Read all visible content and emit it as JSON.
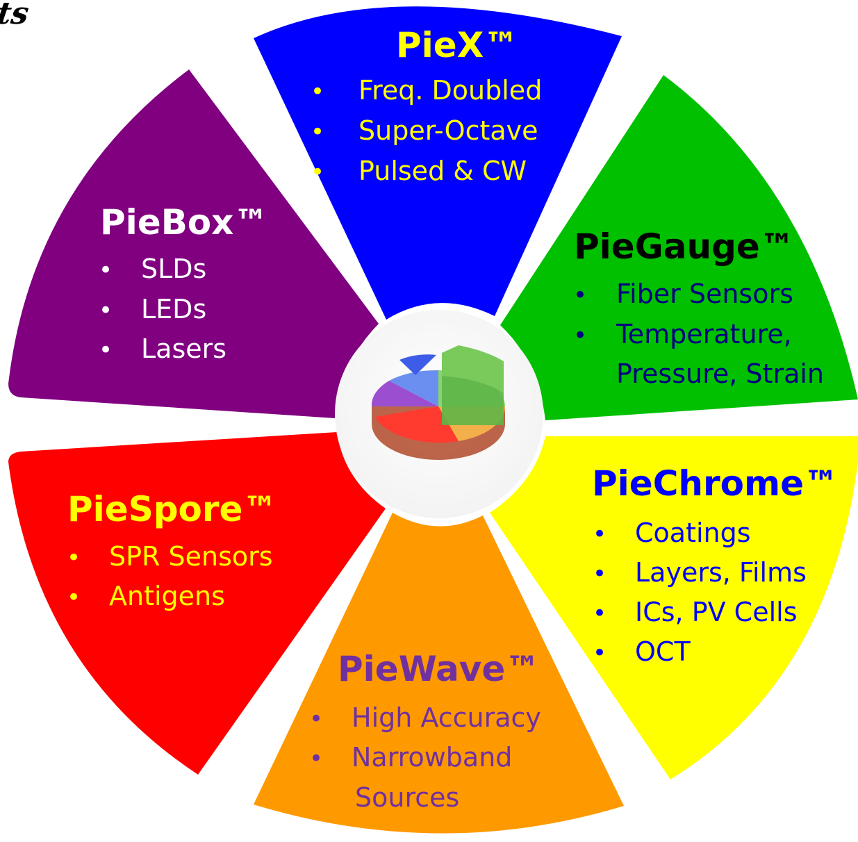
{
  "corner_fragment": "ts",
  "center_icon": "pie-chart-3d-icon",
  "segments": [
    {
      "id": "piex",
      "title": "PieX™",
      "fill": "#0000FF",
      "text_color": "#FFFF00",
      "title_color": "#FFFF00",
      "items": [
        "Freq. Doubled",
        "Super-Octave",
        "Pulsed & CW"
      ]
    },
    {
      "id": "piegauge",
      "title": "PieGauge™",
      "fill": "#00C000",
      "text_color": "#000080",
      "title_color": "#000000",
      "items": [
        "Fiber Sensors",
        "Temperature,",
        "Pressure, Strain"
      ]
    },
    {
      "id": "piechrome",
      "title": "PieChrome™",
      "fill": "#FFFF00",
      "text_color": "#0000FF",
      "title_color": "#0000FF",
      "items": [
        "Coatings",
        "Layers, Films",
        "ICs, PV Cells",
        "OCT"
      ]
    },
    {
      "id": "piewave",
      "title": "PieWave™",
      "fill": "#FF9900",
      "text_color": "#7030A0",
      "title_color": "#7030A0",
      "items": [
        "High Accuracy",
        "Narrowband",
        "Sources"
      ]
    },
    {
      "id": "piespore",
      "title": "PieSpore™",
      "fill": "#FF0000",
      "text_color": "#FFFF00",
      "title_color": "#FFFF00",
      "items": [
        "SPR Sensors",
        "Antigens"
      ]
    },
    {
      "id": "piebox",
      "title": "PieBox™",
      "fill": "#800080",
      "text_color": "#FFFFFF",
      "title_color": "#FFFFFF",
      "items": [
        "SLDs",
        "LEDs",
        "Lasers"
      ]
    }
  ]
}
